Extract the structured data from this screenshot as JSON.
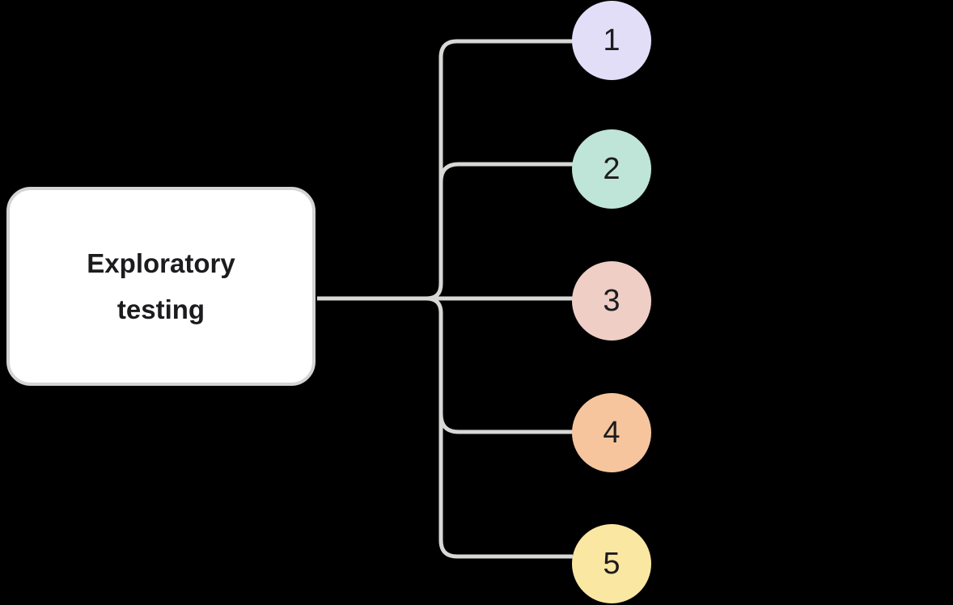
{
  "diagram": {
    "background_color": "#000000",
    "connector_color": "#D8D8D6",
    "root": {
      "label": "Exploratory testing",
      "lines": [
        "Exploratory",
        "testing"
      ],
      "fill_color": "#FFFFFF",
      "border_color": "#D4D4D2",
      "text_color": "#1C1C1E"
    },
    "children": [
      {
        "label": "1",
        "color": "#E3DEF8"
      },
      {
        "label": "2",
        "color": "#BFE4D8"
      },
      {
        "label": "3",
        "color": "#EFCEC6"
      },
      {
        "label": "4",
        "color": "#F6C59D"
      },
      {
        "label": "5",
        "color": "#FAE7A2"
      }
    ]
  }
}
